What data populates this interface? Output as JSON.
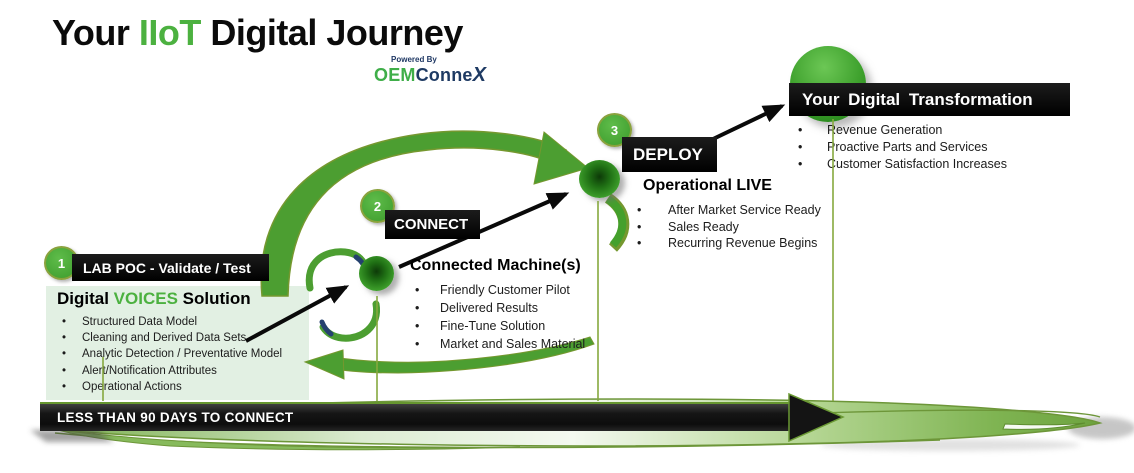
{
  "header": {
    "title": {
      "prefix": "Your ",
      "highlight": "IIoT",
      "suffix": " Digital Journey"
    },
    "logo": {
      "powered_by": "Powered By",
      "oem": "OEM",
      "conne": "Conne",
      "x": "X"
    }
  },
  "stages": [
    {
      "number": "1",
      "badge": "LAB POC - Validate / Test",
      "heading": {
        "prefix": "Digital ",
        "highlight": "VOICES",
        "suffix": " Solution"
      },
      "bullets": [
        "Structured Data Model",
        "Cleaning and Derived Data Sets",
        "Analytic Detection / Preventative Model",
        "Alert/Notification Attributes",
        "Operational Actions"
      ]
    },
    {
      "number": "2",
      "badge": "CONNECT",
      "heading": "Connected Machine(s)",
      "bullets": [
        "Friendly Customer Pilot",
        "Delivered Results",
        "Fine-Tune Solution",
        "Market and Sales Material"
      ]
    },
    {
      "number": "3",
      "badge": "DEPLOY",
      "heading": "Operational LIVE",
      "bullets": [
        "After Market Service Ready",
        "Sales Ready",
        "Recurring Revenue Begins"
      ]
    }
  ],
  "transformation": {
    "badge": "Your Digital Transformation",
    "bullets": [
      "Revenue Generation",
      "Proactive Parts and Services",
      "Customer Satisfaction Increases"
    ]
  },
  "timeline": {
    "label": "LESS THAN 90 DAYS TO CONNECT"
  },
  "icons": {
    "cycle_arrow": "big-cycle-swoosh-icon",
    "rotation_arrow": "small-cycle-arrows-icon",
    "flow_arrow": "black-flow-arrow-icon",
    "timeline_arrowhead": "timeline-arrowhead-icon",
    "leaf": "leaf-swoosh-icon"
  },
  "colors": {
    "accent_green": "#4CB140",
    "swoosh_green": "#4C9E31",
    "olive_edge": "#75982F",
    "navy": "#1F3864",
    "panel_bg": "#E2F0E3",
    "leaf_green": "#7CB34E",
    "timeline_bg": "#141414",
    "text": "#1A1A1A"
  }
}
